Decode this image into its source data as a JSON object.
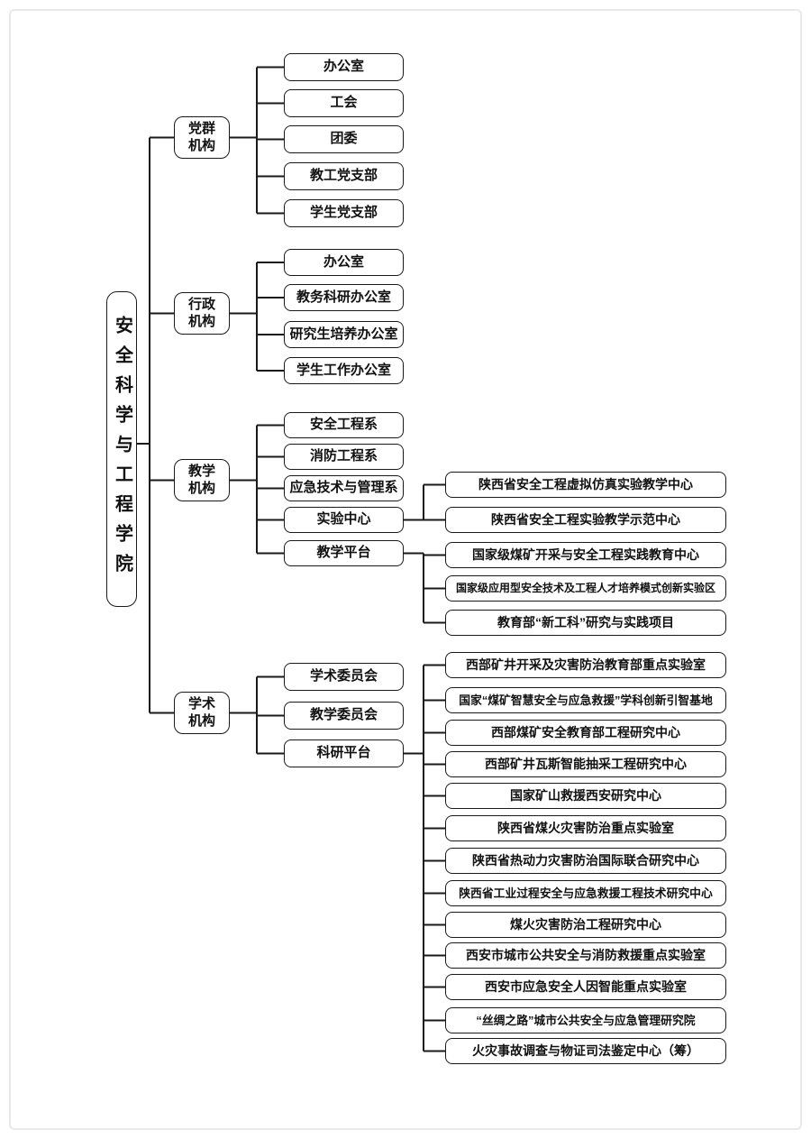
{
  "org": {
    "root_label": "安全科学与工程学院",
    "branches": {
      "party": {
        "label": "党群\n机构",
        "children": [
          "办公室",
          "工会",
          "团委",
          "教工党支部",
          "学生党支部"
        ]
      },
      "admin": {
        "label": "行政\n机构",
        "children": [
          "办公室",
          "教务科研办公室",
          "研究生培养办公室",
          "学生工作办公室"
        ]
      },
      "teaching": {
        "label": "教学\n机构",
        "children": [
          "安全工程系",
          "消防工程系",
          "应急技术与管理系",
          "实验中心",
          "教学平台"
        ],
        "lab_center_children": [
          "陕西省安全工程虚拟仿真实验教学中心",
          "陕西省安全工程实验教学示范中心"
        ],
        "platform_children": [
          "国家级煤矿开采与安全工程实践教育中心",
          "国家级应用型安全技术及工程人才培养模式创新实验区",
          "教育部“新工科”研究与实践项目"
        ]
      },
      "academic": {
        "label": "学术\n机构",
        "children": [
          "学术委员会",
          "教学委员会",
          "科研平台"
        ],
        "research_platform_children": [
          "西部矿井开采及灾害防治教育部重点实验室",
          "国家“煤矿智慧安全与应急救援”学科创新引智基地",
          "西部煤矿安全教育部工程研究中心",
          "西部矿井瓦斯智能抽采工程研究中心",
          "国家矿山救援西安研究中心",
          "陕西省煤火灾害防治重点实验室",
          "陕西省热动力灾害防治国际联合研究中心",
          "陕西省工业过程安全与应急救援工程技术研究中心",
          "煤火灾害防治工程研究中心",
          "西安市城市公共安全与消防救援重点实验室",
          "西安市应急安全人因智能重点实验室",
          "“丝绸之路”城市公共安全与应急管理研究院",
          "火灾事故调查与物证司法鉴定中心（筹）"
        ]
      }
    },
    "colors": {
      "line": "#1a1a1a",
      "box_border": "#1a1a1a",
      "text": "#111111",
      "page_border": "#e9e9e9",
      "background": "#ffffff"
    }
  }
}
